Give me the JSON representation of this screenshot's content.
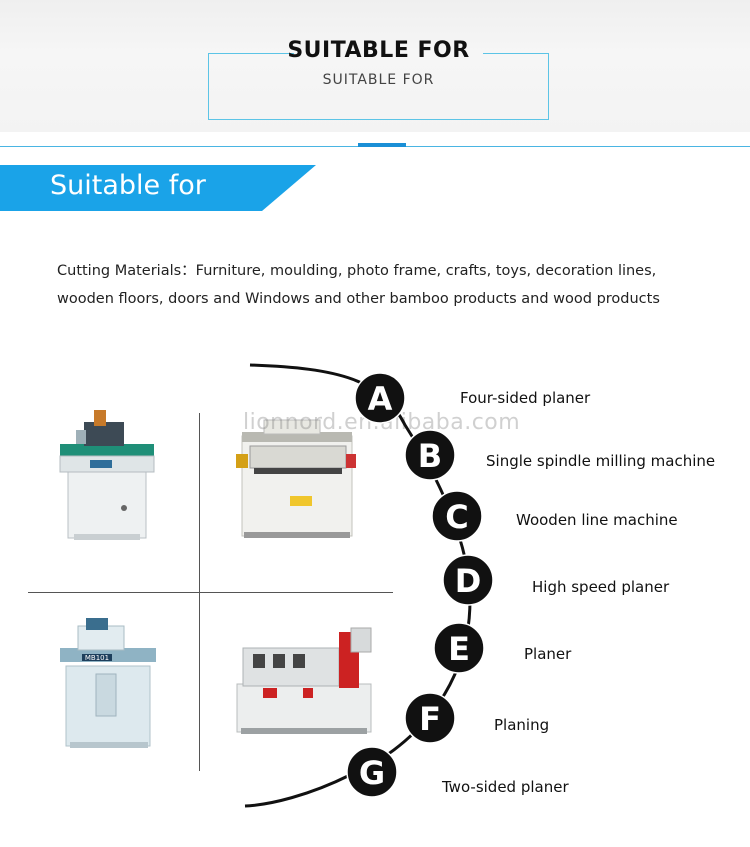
{
  "header": {
    "title": "SUITABLE FOR",
    "subtitle": "SUITABLE FOR"
  },
  "banner": {
    "label": "Suitable for",
    "color": "#1aa3e8"
  },
  "description": {
    "line1": "Cutting Materials：Furniture, moulding, photo frame, crafts, toys, decoration lines,",
    "line2": "wooden floors, doors and Windows and other bamboo products and wood products"
  },
  "watermark": "lionnord.en.alibaba.com",
  "machines": [
    {
      "name": "spindle-moulder-green",
      "label": ""
    },
    {
      "name": "thickness-planer",
      "label": ""
    },
    {
      "name": "mb101-machine",
      "label": "MB101"
    },
    {
      "name": "four-sided-planer-machine",
      "label": ""
    }
  ],
  "applications": [
    {
      "letter": "A",
      "label": "Four-sided planer"
    },
    {
      "letter": "B",
      "label": "Single spindle milling machine"
    },
    {
      "letter": "C",
      "label": "Wooden line machine"
    },
    {
      "letter": "D",
      "label": "High speed planer"
    },
    {
      "letter": "E",
      "label": "Planer"
    },
    {
      "letter": "F",
      "label": "Planing"
    },
    {
      "letter": "G",
      "label": "Two-sided planer"
    }
  ]
}
